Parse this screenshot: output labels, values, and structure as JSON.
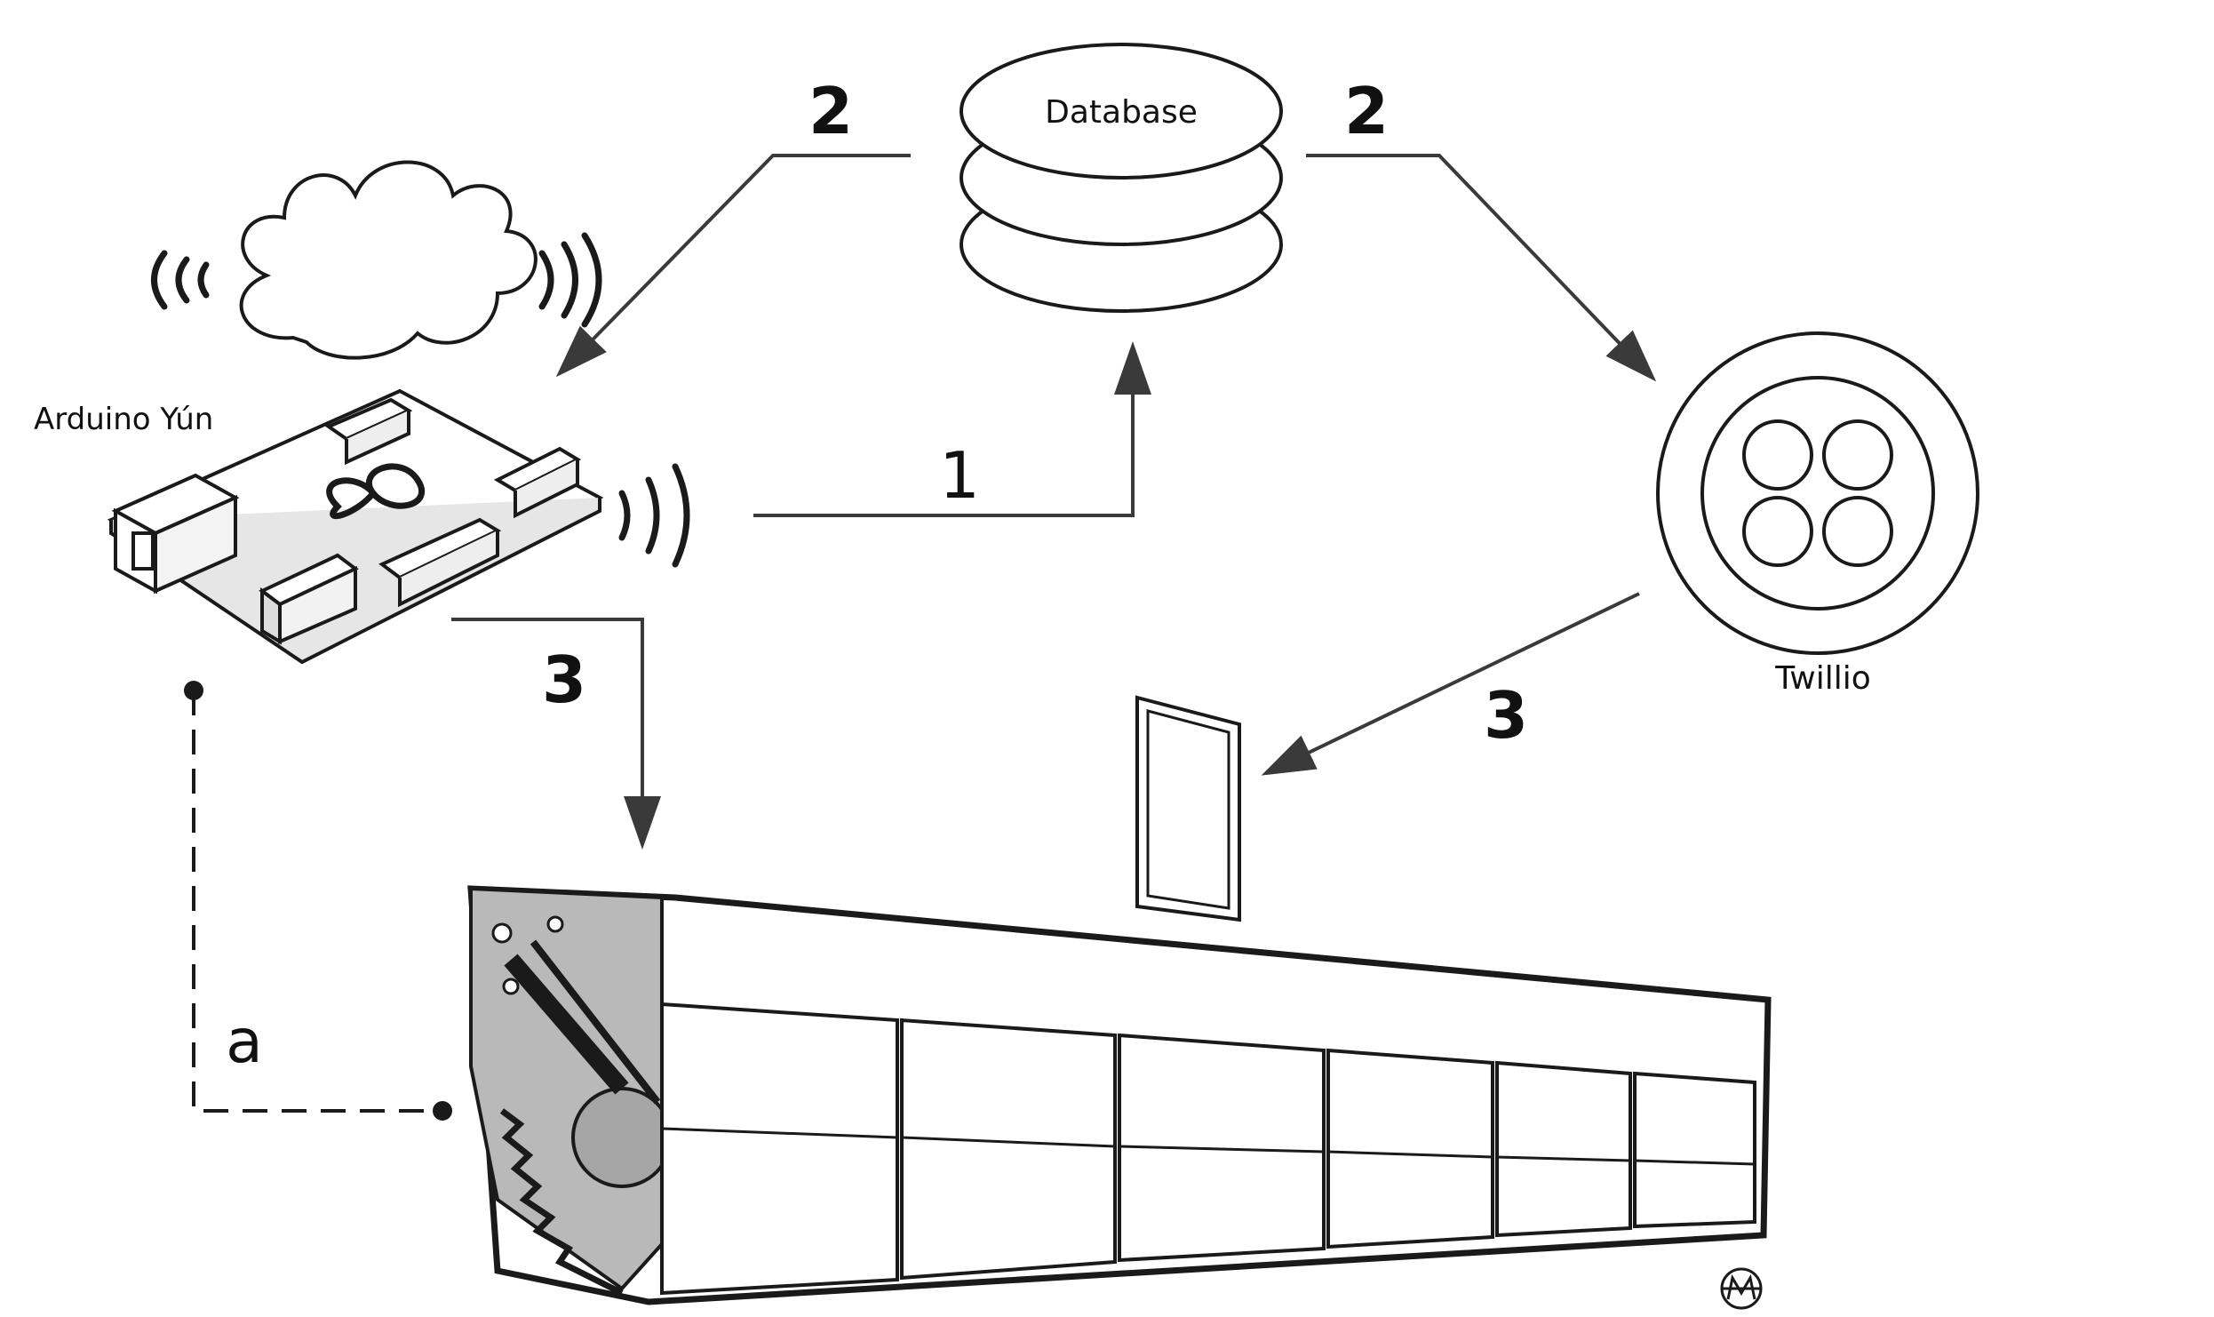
{
  "nodes": {
    "database": "Database",
    "arduino": "Arduino Yún",
    "twillio": "Twillio"
  },
  "steps": {
    "one": "1",
    "two_left": "2",
    "two_right": "2",
    "three_left": "3",
    "three_right": "3",
    "connection_a": "a"
  },
  "colors": {
    "stroke": "#1a1a1a",
    "arrow": "#3a3a3a",
    "device_shade": "#b9b9b9"
  },
  "icons": {
    "cloud": "cloud-icon",
    "wireless": "wireless-signal-icon",
    "board": "arduino-board-icon",
    "database": "database-stack-icon",
    "twillio": "twillio-logo-icon",
    "tablet": "tablet-icon",
    "device": "pet-feeder-device-icon",
    "signature": "artist-monogram-icon"
  }
}
